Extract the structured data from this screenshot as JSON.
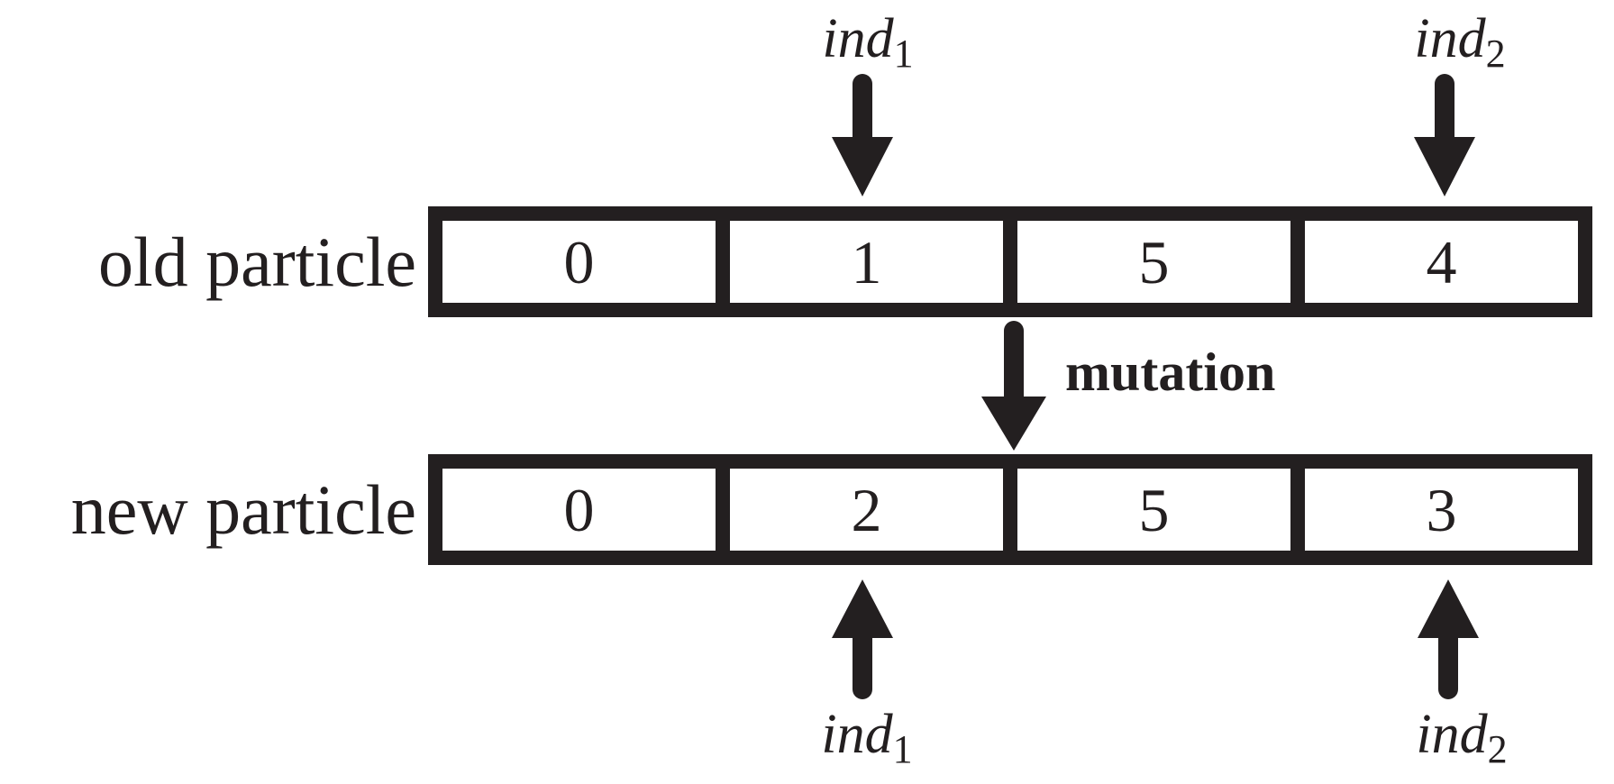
{
  "colors": {
    "ink": "#231f20",
    "paper": "#ffffff"
  },
  "pointers": {
    "top": [
      {
        "base": "ind",
        "sub": "1"
      },
      {
        "base": "ind",
        "sub": "2"
      }
    ],
    "bottom": [
      {
        "base": "ind",
        "sub": "1"
      },
      {
        "base": "ind",
        "sub": "2"
      }
    ]
  },
  "rows": {
    "old": {
      "label": "old particle",
      "cells": [
        "0",
        "1",
        "5",
        "4"
      ]
    },
    "new": {
      "label": "new particle",
      "cells": [
        "0",
        "2",
        "5",
        "3"
      ]
    }
  },
  "operation": {
    "label": "mutation"
  }
}
